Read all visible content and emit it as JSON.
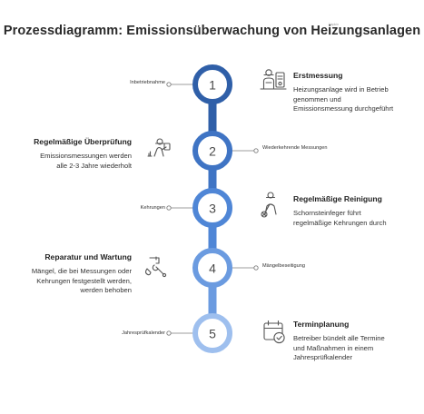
{
  "title": "Prozessdiagramm: Emissionsüberwachung von Heizungsanlagen",
  "watermark": "Napkin",
  "colors": {
    "ring_1": "#2f5fa8",
    "ring_2": "#3f74c4",
    "ring_3": "#4f86d6",
    "ring_4": "#6b9be0",
    "ring_5": "#9ebfee",
    "connector": "#7d7d7d",
    "icon": "#555555"
  },
  "steps": [
    {
      "number": "1",
      "side": "right",
      "heading": "Erstmessung",
      "description": [
        "Heizungsanlage wird in Betrieb",
        "genommen und",
        "Emissionsmessung durchgeführt"
      ],
      "short_label": "Inbetriebnahme",
      "icon": "technician-installation-icon"
    },
    {
      "number": "2",
      "side": "left",
      "heading": "Regelmäßige Überprüfung",
      "description": [
        "Emissionsmessungen werden",
        "alle 2-3 Jahre wiederholt"
      ],
      "short_label": "Wiederkehrende Messungen",
      "icon": "technician-measuring-icon"
    },
    {
      "number": "3",
      "side": "right",
      "heading": "Regelmäßige Reinigung",
      "description": [
        "Schornsteinfeger führt",
        "regelmäßige Kehrungen durch"
      ],
      "short_label": "Kehrungen",
      "icon": "chimney-sweep-icon"
    },
    {
      "number": "4",
      "side": "left",
      "heading": "Reparatur und Wartung",
      "description": [
        "Mängel, die bei Messungen oder",
        "Kehrungen festgestellt werden,",
        "werden behoben"
      ],
      "short_label": "Mängelbeseitigung",
      "icon": "repair-tools-icon"
    },
    {
      "number": "5",
      "side": "right",
      "heading": "Terminplanung",
      "description": [
        "Betreiber bündelt alle Termine",
        "und Maßnahmen in einem",
        "Jahresprüfkalender"
      ],
      "short_label": "Jahresprüfkalender",
      "icon": "calendar-check-icon"
    }
  ]
}
